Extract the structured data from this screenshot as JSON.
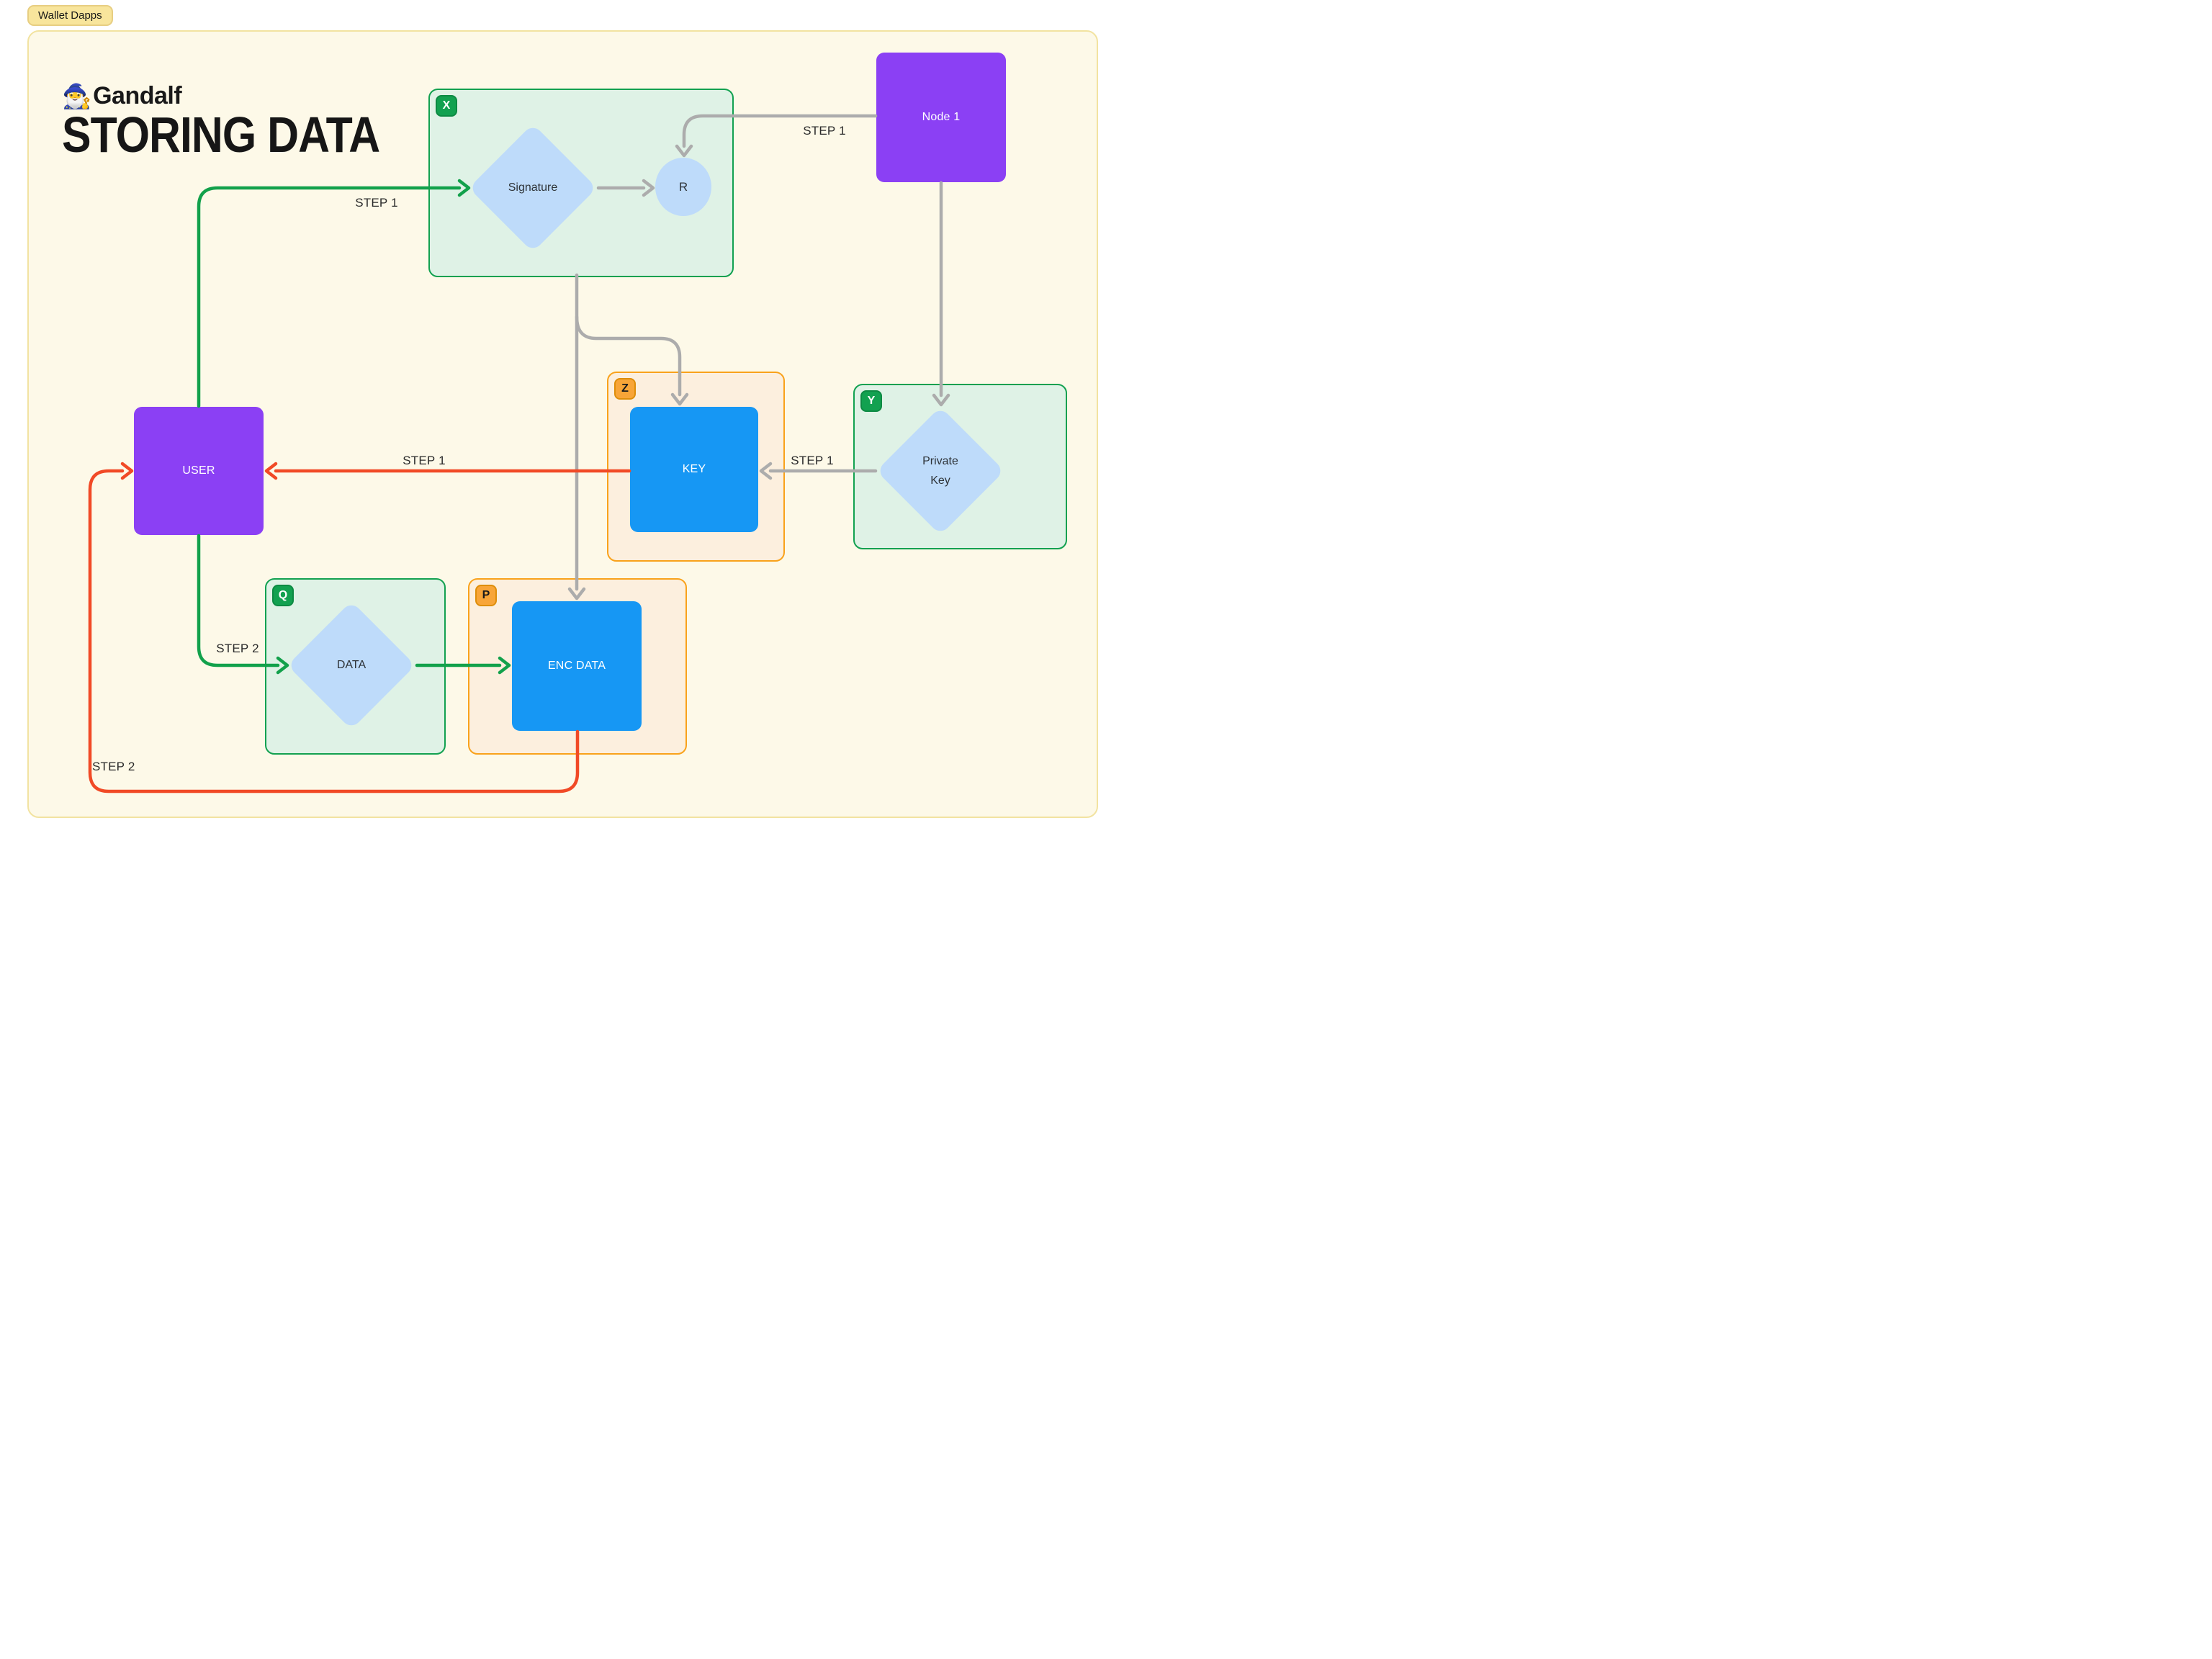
{
  "header": {
    "badge_label": "Wallet Dapps"
  },
  "logo": {
    "emoji": "🧙‍♂️",
    "brand": "Gandalf",
    "title": "STORING DATA"
  },
  "groups": {
    "x": {
      "badge": "X"
    },
    "y": {
      "badge": "Y"
    },
    "z": {
      "badge": "Z"
    },
    "q": {
      "badge": "Q"
    },
    "p": {
      "badge": "P"
    }
  },
  "nodes": {
    "node1": {
      "label": "Node 1"
    },
    "signature": {
      "label": "Signature"
    },
    "r": {
      "label": "R"
    },
    "key": {
      "label": "KEY"
    },
    "private_key": {
      "label": "Private Key"
    },
    "user": {
      "label": "USER"
    },
    "data": {
      "label": "DATA"
    },
    "enc_data": {
      "label": "ENC DATA"
    }
  },
  "edge_labels": {
    "step1_user_signature": "STEP 1",
    "step1_node1_r": "STEP 1",
    "step1_privatekey_key": "STEP 1",
    "step1_key_user": "STEP 1",
    "step2_user_data": "STEP 2",
    "step2_encdata_user": "STEP 2"
  },
  "colors": {
    "canvas_bg": "#FDF9E8",
    "canvas_border": "#F2E3A1",
    "chip_bg": "#F8E59C",
    "purple_node": "#8B40F4",
    "blue_node": "#1697F4",
    "light_blue_shape": "#BEDBFA",
    "green_frame": "#12A150",
    "green_frame_bg": "#DFF2E6",
    "orange_frame": "#F9A21B",
    "orange_frame_bg": "#FCEFDE",
    "arrow_gray": "#ACACAC",
    "arrow_green": "#12A14B",
    "arrow_red": "#F14A26"
  }
}
